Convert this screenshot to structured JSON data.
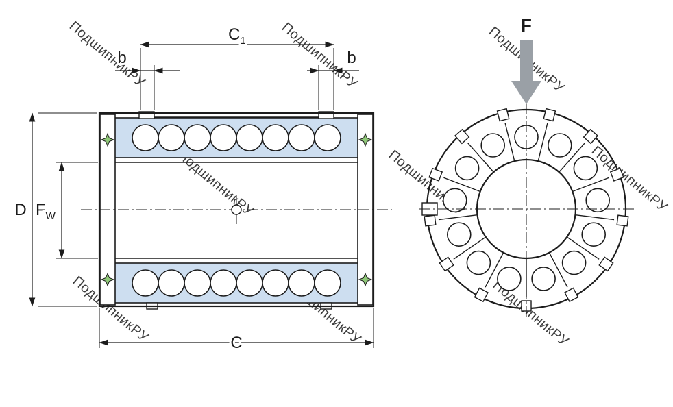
{
  "watermark": {
    "text": "ПодшипникРУ"
  },
  "side_view": {
    "description": "Longitudinal section of linear ball bushing",
    "labels": {
      "c1_main": "C",
      "c1_sub": "1",
      "b_left": "b",
      "b_right": "b",
      "d": "D",
      "fw_main": "F",
      "fw_sub": "W",
      "c": "C"
    }
  },
  "end_view": {
    "description": "End view of linear ball bushing with load direction",
    "labels": {
      "force": "F"
    }
  },
  "colors": {
    "body_fill": "#cddef0",
    "seal_fill": "#8fc878",
    "force_arrow_fill": "#9aa0a6",
    "line": "#1c1c1c",
    "watermark": "#c9c9c9",
    "ball_fill": "#ffffff"
  }
}
